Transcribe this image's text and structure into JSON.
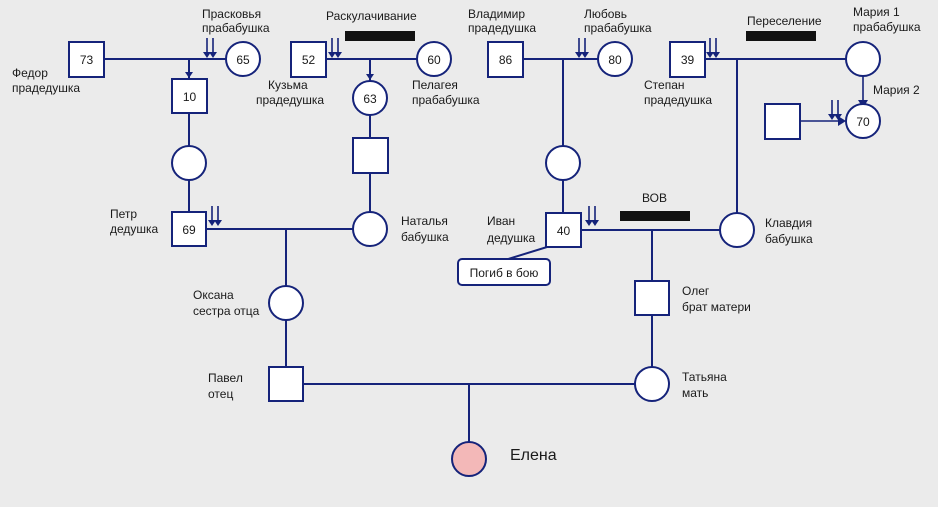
{
  "colors": {
    "line": "#15237a",
    "background": "#ebebeb",
    "proband_fill": "#f3b8b8",
    "event_bar": "#111111"
  },
  "persons": {
    "fedor": {
      "value": "73",
      "label1": "Федор",
      "label2": "прадедушка"
    },
    "praskovya": {
      "value": "65",
      "label1": "Прасковья",
      "label2": "прабабушка"
    },
    "son10": {
      "value": "10"
    },
    "kuzma": {
      "value": "52",
      "label1": "Кузьма",
      "label2": "прадедушка"
    },
    "pelageya": {
      "value": "60",
      "label1": "Пелагея",
      "label2": "прабабушка"
    },
    "child63": {
      "value": "63"
    },
    "vladimir": {
      "value": "86",
      "label1": "Владимир",
      "label2": "прадедушка"
    },
    "lyubov": {
      "value": "80",
      "label1": "Любовь",
      "label2": "прабабушка"
    },
    "stepan": {
      "value": "39",
      "label1": "Степан",
      "label2": "прадедушка"
    },
    "maria1": {
      "label1": "Мария 1",
      "label2": "прабабушка"
    },
    "maria2": {
      "value": "70",
      "label1": "Мария 2"
    },
    "petr": {
      "value": "69",
      "label1": "Петр",
      "label2": "дедушка"
    },
    "natalya": {
      "label1": "Наталья",
      "label2": "бабушка"
    },
    "ivan": {
      "value": "40",
      "label1": "Иван",
      "label2": "дедушка"
    },
    "klavdiya": {
      "label1": "Клавдия",
      "label2": "бабушка"
    },
    "oksana": {
      "label1": "Оксана",
      "label2": "сестра отца"
    },
    "oleg": {
      "label1": "Олег",
      "label2": "брат матери"
    },
    "pavel": {
      "label1": "Павел",
      "label2": "отец"
    },
    "tatyana": {
      "label1": "Татьяна",
      "label2": "мать"
    },
    "elena": {
      "label1": "Елена"
    }
  },
  "events": {
    "dispossession": "Раскулачивание",
    "resettlement": "Переселение",
    "war": "ВОВ"
  },
  "callouts": {
    "killed_in_action": "Погиб в бою"
  }
}
